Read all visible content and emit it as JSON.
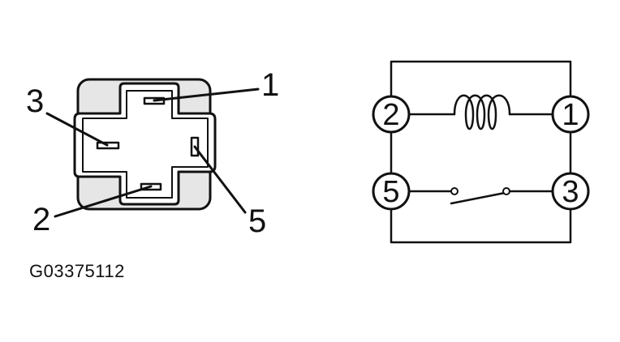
{
  "connector_view": {
    "callouts": {
      "t1": "1",
      "t2": "2",
      "t3": "3",
      "t5": "5"
    }
  },
  "schematic": {
    "terminals": {
      "t1": "1",
      "t2": "2",
      "t3": "3",
      "t5": "5"
    }
  },
  "figure_id": "G03375112",
  "colors": {
    "ink": "#111111",
    "housing": "#e6e6e6",
    "background": "#ffffff"
  }
}
